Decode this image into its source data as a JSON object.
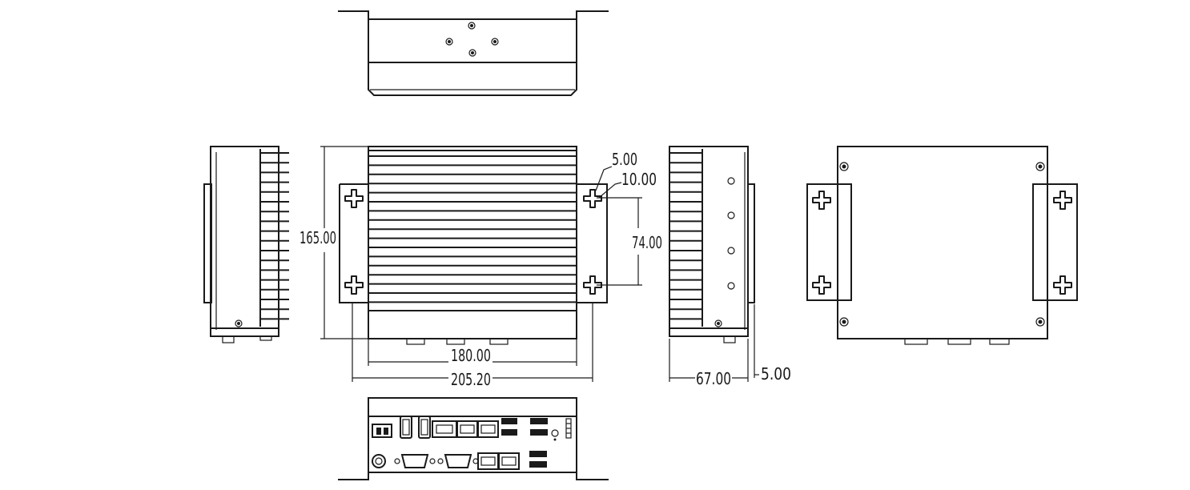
{
  "dimensions": {
    "height": "165.00",
    "fin_width": "180.00",
    "total_width": "205.20",
    "slot_width": "5.00",
    "slot_length": "10.00",
    "hole_spacing": "74.00",
    "depth": "67.00",
    "bracket_offset": "5.00"
  },
  "colors": {
    "line": "#1a1a1a",
    "background": "#ffffff"
  }
}
